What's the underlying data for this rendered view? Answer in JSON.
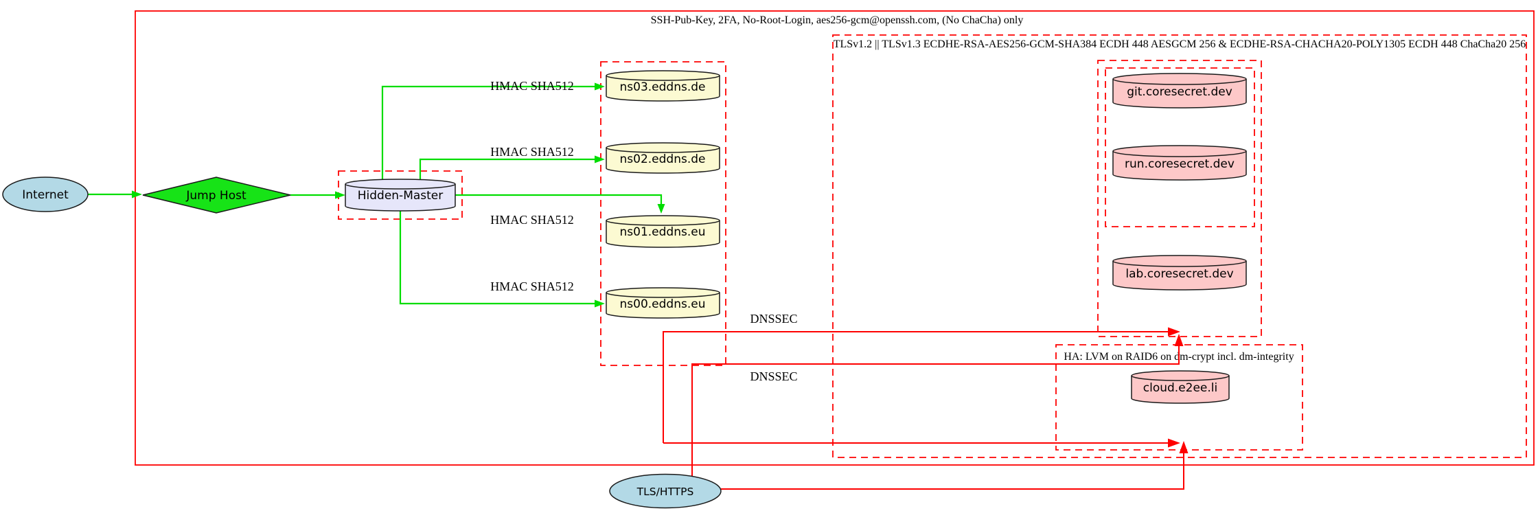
{
  "clusters": {
    "ssh": {
      "label": "SSH-Pub-Key, 2FA, No-Root-Login, aes256-gcm@openssh.com, (No ChaCha) only"
    },
    "tls": {
      "label": "TLSv1.2 || TLSv1.3 ECDHE-RSA-AES256-GCM-SHA384 ECDH 448 AESGCM 256 & ECDHE-RSA-CHACHA20-POLY1305 ECDH 448 ChaCha20 256"
    },
    "ha": {
      "label": "HA: LVM on RAID6 on dm-crypt incl. dm-integrity"
    }
  },
  "nodes": {
    "internet": {
      "label": "Internet",
      "shape": "ellipse",
      "fill": "#b3d9e6"
    },
    "jump_host": {
      "label": "Jump Host",
      "shape": "diamond",
      "fill": "#17e317"
    },
    "hidden_master": {
      "label": "Hidden-Master",
      "shape": "cylinder",
      "fill": "#e6e6fa"
    },
    "ns03": {
      "label": "ns03.eddns.de",
      "shape": "cylinder",
      "fill": "#fcfad2"
    },
    "ns02": {
      "label": "ns02.eddns.de",
      "shape": "cylinder",
      "fill": "#fcfad2"
    },
    "ns01": {
      "label": "ns01.eddns.eu",
      "shape": "cylinder",
      "fill": "#fcfad2"
    },
    "ns00": {
      "label": "ns00.eddns.eu",
      "shape": "cylinder",
      "fill": "#fcfad2"
    },
    "git": {
      "label": "git.coresecret.dev",
      "shape": "cylinder",
      "fill": "#fdc8c8"
    },
    "run": {
      "label": "run.coresecret.dev",
      "shape": "cylinder",
      "fill": "#fdc8c8"
    },
    "lab": {
      "label": "lab.coresecret.dev",
      "shape": "cylinder",
      "fill": "#fdc8c8"
    },
    "cloud": {
      "label": "cloud.e2ee.li",
      "shape": "cylinder",
      "fill": "#fdc8c8"
    },
    "tls_https": {
      "label": "TLS/HTTPS",
      "shape": "ellipse",
      "fill": "#b3d9e6"
    }
  },
  "edge_labels": {
    "hmac": "HMAC SHA512",
    "dnssec": "DNSSEC"
  },
  "colors": {
    "cluster_red": "#fe0000",
    "edge_green": "#00dd00",
    "node_blue": "#b3d9e6",
    "node_green": "#17e317",
    "node_lavender": "#e6e6fa",
    "node_yellow": "#fcfad2",
    "node_pink": "#fdc8c8",
    "outline": "#1a1a1a"
  }
}
